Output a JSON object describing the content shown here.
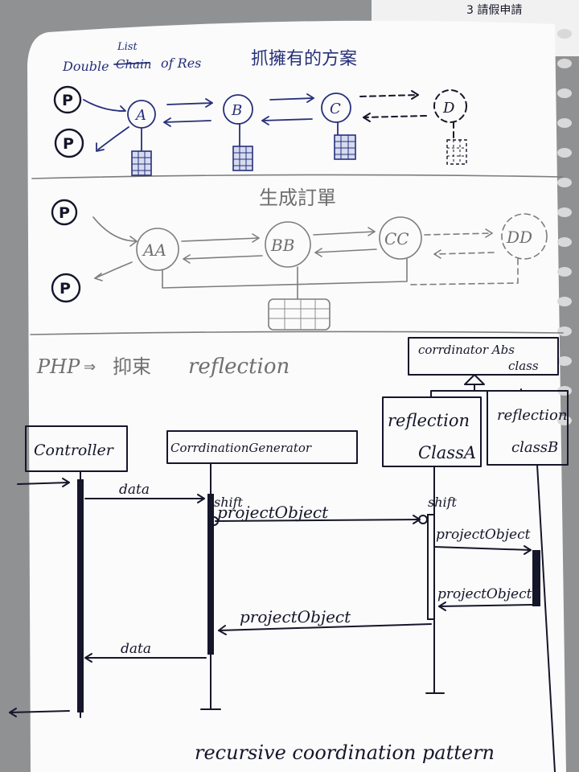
{
  "section1": {
    "title_word1": "Double",
    "title_word2_above": "List",
    "title_word2_crossed": "Chain",
    "title_word3": "of Res",
    "title_chinese": "抓擁有的方案",
    "nodes": [
      "A",
      "B",
      "C",
      "D"
    ],
    "p_top": "P",
    "p_bottom": "P"
  },
  "section2": {
    "title_chinese": "生成訂單",
    "nodes": [
      "AA",
      "BB",
      "CC",
      "DD"
    ],
    "p_top": "P",
    "p_bottom": "P"
  },
  "section3": {
    "title_left": "PHP",
    "title_arrow": "⇒",
    "title_chinese": "抑束",
    "title_right": "reflection",
    "abstract_class_line1": "corrdinator Abs",
    "abstract_class_line2": "class",
    "class_a_line1": "reflection",
    "class_a_line2": "ClassA",
    "class_b_line1": "reflection",
    "class_b_line2": "classB",
    "controller": "Controller",
    "generator": "CorrdinationGenerator",
    "msg_data": "data",
    "msg_shift_1": "shift",
    "msg_project_1": "projectObject",
    "msg_shift_2": "shift",
    "msg_project_2": "projectObject",
    "msg_project_3": "projectObject",
    "msg_project_return": "projectObject",
    "msg_data_return": "data",
    "caption": "recursive coordination pattern"
  },
  "neighbor_page_text": "3 請假申請"
}
